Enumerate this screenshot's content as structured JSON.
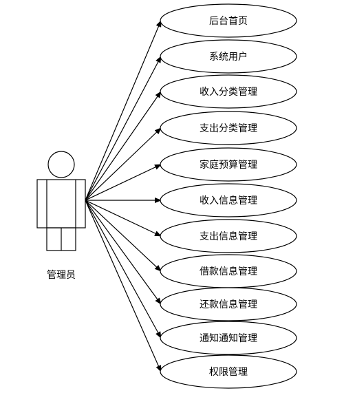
{
  "actor": {
    "label": "管理员"
  },
  "use_cases": [
    {
      "label": "后台首页"
    },
    {
      "label": "系统用户"
    },
    {
      "label": "收入分类管理"
    },
    {
      "label": "支出分类管理"
    },
    {
      "label": "家庭预算管理"
    },
    {
      "label": "收入信息管理"
    },
    {
      "label": "支出信息管理"
    },
    {
      "label": "借款信息管理"
    },
    {
      "label": "还款信息管理"
    },
    {
      "label": "通知通知管理"
    },
    {
      "label": "权限管理"
    }
  ],
  "colors": {
    "line": "#000000",
    "fill": "#ffffff"
  }
}
